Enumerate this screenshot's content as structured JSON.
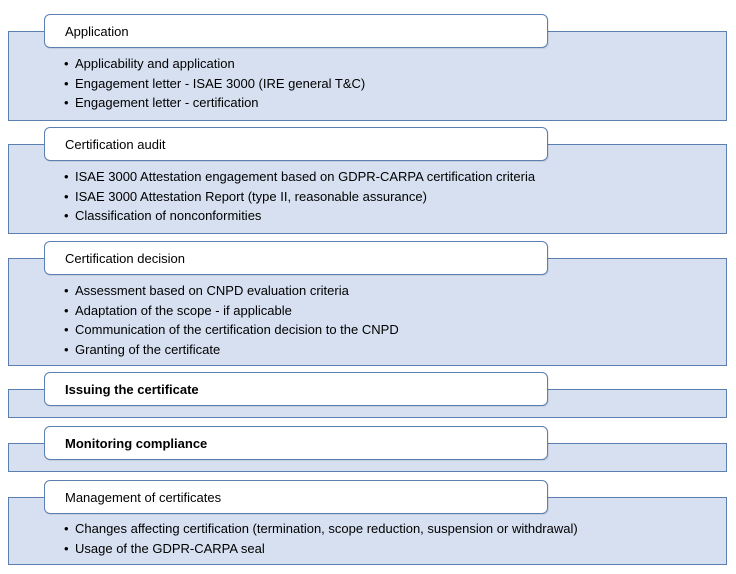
{
  "steps": [
    {
      "title": "Application",
      "bold": false,
      "items": [
        "Applicability and application",
        "Engagement letter - ISAE 3000 (IRE general T&C)",
        "Engagement letter - certification"
      ]
    },
    {
      "title": "Certification audit",
      "bold": false,
      "items": [
        "ISAE 3000 Attestation engagement based on GDPR-CARPA certification criteria",
        "ISAE 3000 Attestation Report (type II, reasonable assurance)",
        "Classification of nonconformities"
      ]
    },
    {
      "title": "Certification decision",
      "bold": false,
      "items": [
        "Assessment based on CNPD evaluation criteria",
        "Adaptation of the scope - if applicable",
        "Communication of the certification decision to the CNPD",
        "Granting of the certificate"
      ]
    },
    {
      "title": "Issuing the certificate",
      "bold": true,
      "items": []
    },
    {
      "title": "Monitoring compliance",
      "bold": true,
      "items": []
    },
    {
      "title": "Management of certificates",
      "bold": false,
      "items": [
        "Changes affecting certification (termination, scope reduction, suspension or withdrawal)",
        "Usage of the GDPR-CARPA seal"
      ]
    }
  ]
}
